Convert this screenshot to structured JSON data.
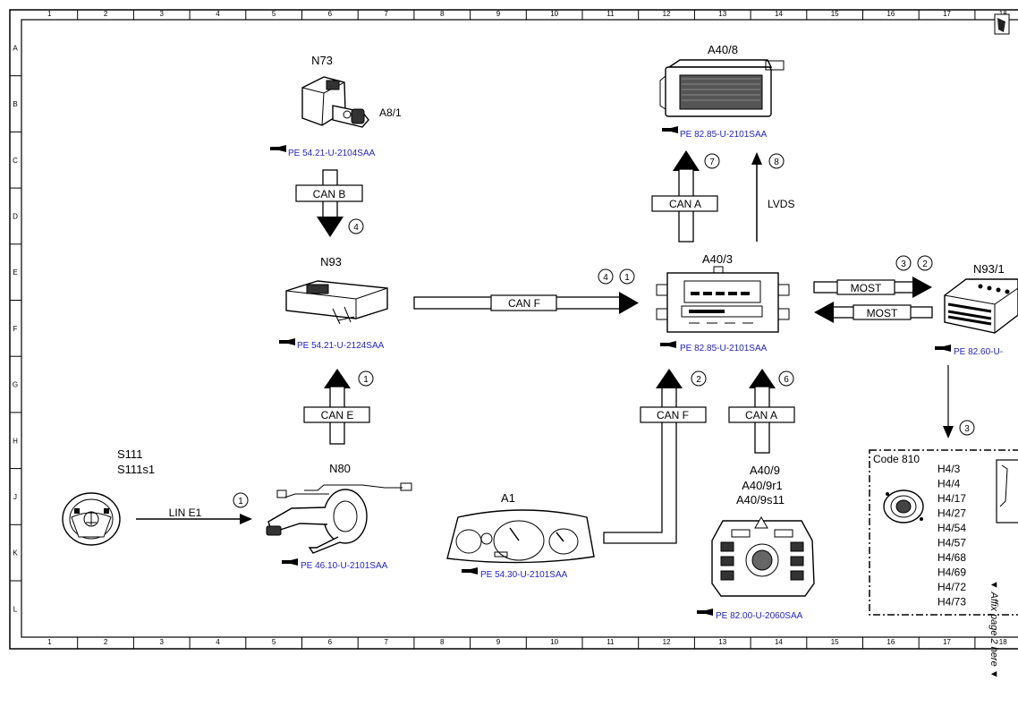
{
  "grid": {
    "columns": [
      "1",
      "2",
      "3",
      "4",
      "5",
      "6",
      "7",
      "8",
      "9",
      "10",
      "11",
      "12",
      "13",
      "14",
      "15",
      "16",
      "17",
      "18"
    ],
    "rows": [
      "A",
      "B",
      "C",
      "D",
      "E",
      "F",
      "G",
      "H",
      "J",
      "K",
      "L"
    ]
  },
  "components": {
    "n73": {
      "name": "N73",
      "sub": "A8/1",
      "ref": "PE 54.21-U-2104SAA"
    },
    "a40_8": {
      "name": "A40/8",
      "ref": "PE 82.85-U-2101SAA"
    },
    "n93": {
      "name": "N93",
      "ref": "PE 54.21-U-2124SAA"
    },
    "a40_3": {
      "name": "A40/3",
      "ref": "PE 82.85-U-2101SAA"
    },
    "n93_1": {
      "name": "N93/1",
      "ref": "PE 82.60-U-"
    },
    "s111": {
      "name": "S111",
      "sub": "S111s1"
    },
    "n80": {
      "name": "N80",
      "ref": "PE 46.10-U-2101SAA"
    },
    "a1": {
      "name": "A1",
      "ref": "PE 54.30-U-2101SAA"
    },
    "a40_9": {
      "name": "A40/9",
      "sub1": "A40/9r1",
      "sub2": "A40/9s11",
      "ref": "PE 82.00-U-2060SAA"
    }
  },
  "buses": {
    "can_b": "CAN B",
    "can_a_top": "CAN A",
    "lvds": "LVDS",
    "can_f_main": "CAN F",
    "most_out": "MOST",
    "most_in": "MOST",
    "can_e": "CAN E",
    "lin_e1": "LIN E1",
    "can_f_a1": "CAN F",
    "can_a_a409": "CAN A"
  },
  "markers": {
    "m_canb": "4",
    "m_cana_top": "7",
    "m_lvds": "8",
    "m_canf_4": "4",
    "m_canf_1": "1",
    "m_most_3": "3",
    "m_most_2": "2",
    "m_cane": "1",
    "m_lin": "1",
    "m_canf_a1": "2",
    "m_cana_a409": "6",
    "m_down": "3"
  },
  "code_box": {
    "title": "Code 810",
    "items": [
      "H4/3",
      "H4/4",
      "H4/17",
      "H4/27",
      "H4/54",
      "H4/57",
      "H4/68",
      "H4/69",
      "H4/72",
      "H4/73"
    ]
  },
  "side_note": "▼ Affix page 2 here ▼"
}
